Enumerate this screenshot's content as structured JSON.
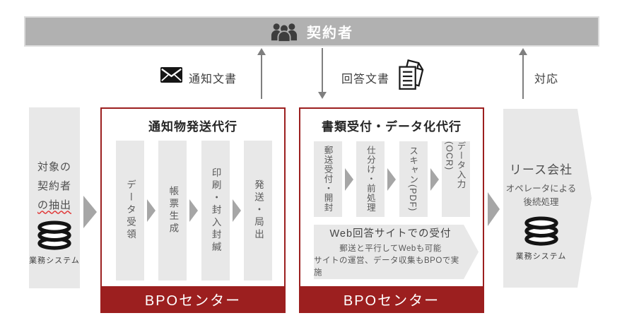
{
  "header": {
    "title": "契約者"
  },
  "flows": {
    "notify": {
      "label": "通知文書"
    },
    "answer": {
      "label": "回答文書"
    },
    "respond": {
      "label": "対応"
    }
  },
  "source_box": {
    "line1": "対象の",
    "line2": "契約者",
    "line3": "の抽出",
    "system_label": "業務システム"
  },
  "bpo1": {
    "title": "通知物発送代行",
    "steps": [
      "データ受領",
      "帳票生成",
      "印刷・封入封緘",
      "発送・局出"
    ],
    "footer": "BPOセンター"
  },
  "bpo2": {
    "title": "書類受付・データ化代行",
    "steps": [
      "郵送受付・開封",
      "仕分け・前処理",
      "スキャン(PDF)",
      "データ入力(OCR)"
    ],
    "web_note": {
      "line1": "Web回答サイトでの受付",
      "line2": "郵送と平行してWebも可能",
      "line3": "サイトの運営、データ収集もBPOで実施"
    },
    "footer": "BPOセンター"
  },
  "lease_box": {
    "title": "リース会社",
    "line2": "オペレータによる",
    "line3": "後続処理",
    "system_label": "業務システム"
  },
  "colors": {
    "accent_red": "#9c1f1f",
    "header_gray": "#b1b1b1",
    "panel_gray": "#e8e8e8",
    "arrow_gray": "#a6a6a6"
  }
}
